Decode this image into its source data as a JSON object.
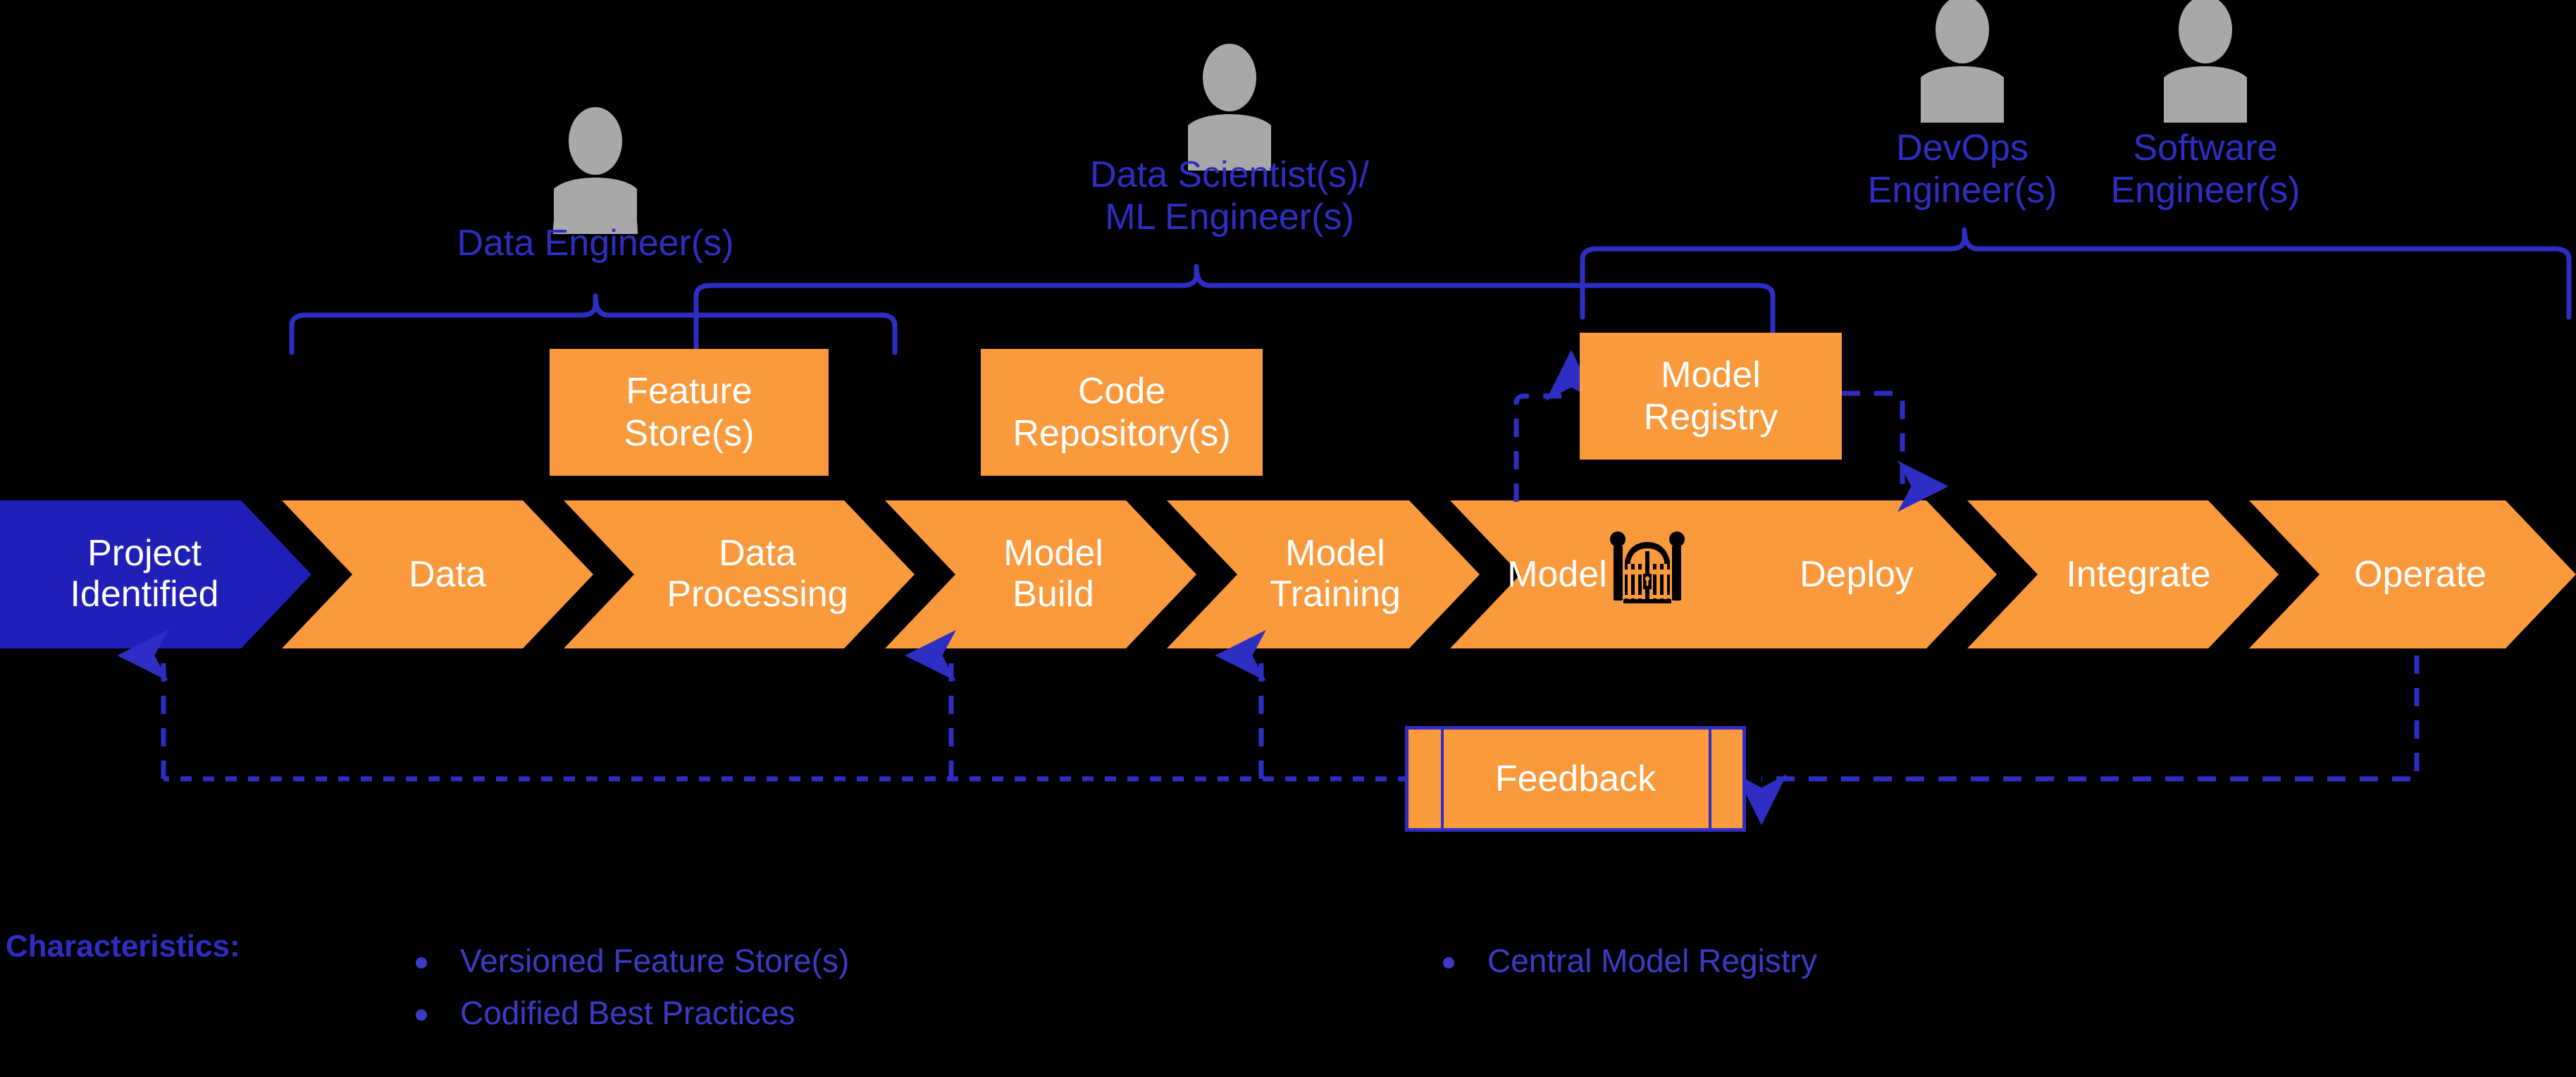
{
  "diagram": {
    "title": "MLOps Lifecycle Pipeline",
    "colors": {
      "background": "#000000",
      "accent_orange": "#fb9a3c",
      "accent_blue": "#2e2ec4",
      "text_blue": "#3b3bc8",
      "person_gray": "#a8a8a8",
      "chevron_text": "#ffffff",
      "start_chevron": "#2020b8"
    },
    "roles": [
      {
        "name": "data-engineer",
        "label": "Data Engineer(s)",
        "icon": "person-icon"
      },
      {
        "name": "data-scientist-ml-engineer",
        "label": "Data Scientist(s)/\nML Engineer(s)",
        "icon": "person-icon"
      },
      {
        "name": "devops-engineer",
        "label": "DevOps\nEngineer(s)",
        "icon": "person-icon"
      },
      {
        "name": "software-engineer",
        "label": "Software\nEngineer(s)",
        "icon": "person-icon"
      }
    ],
    "stages": [
      {
        "name": "project-identified",
        "label": "Project\nIdentified",
        "variant": "start"
      },
      {
        "name": "data",
        "label": "Data",
        "variant": "step"
      },
      {
        "name": "data-processing",
        "label": "Data\nProcessing",
        "variant": "step"
      },
      {
        "name": "model-build",
        "label": "Model\nBuild",
        "variant": "step"
      },
      {
        "name": "model-training",
        "label": "Model\nTraining",
        "variant": "step"
      },
      {
        "name": "model-gate",
        "label": "Model",
        "variant": "step",
        "icon": "gate-icon"
      },
      {
        "name": "deploy",
        "label": "Deploy",
        "variant": "step"
      },
      {
        "name": "integrate",
        "label": "Integrate",
        "variant": "step"
      },
      {
        "name": "operate",
        "label": "Operate",
        "variant": "step"
      }
    ],
    "artifacts": [
      {
        "name": "feature-store",
        "label": "Feature\nStore(s)"
      },
      {
        "name": "code-repository",
        "label": "Code\nRepository(s)"
      },
      {
        "name": "model-registry",
        "label": "Model\nRegistry"
      }
    ],
    "feedback": {
      "name": "feedback",
      "label": "Feedback"
    },
    "characteristics": {
      "title": "Characteristics:",
      "column_left": [
        "Versioned Feature Store(s)",
        "Codified Best Practices"
      ],
      "column_right": [
        "Central Model Registry"
      ]
    }
  }
}
